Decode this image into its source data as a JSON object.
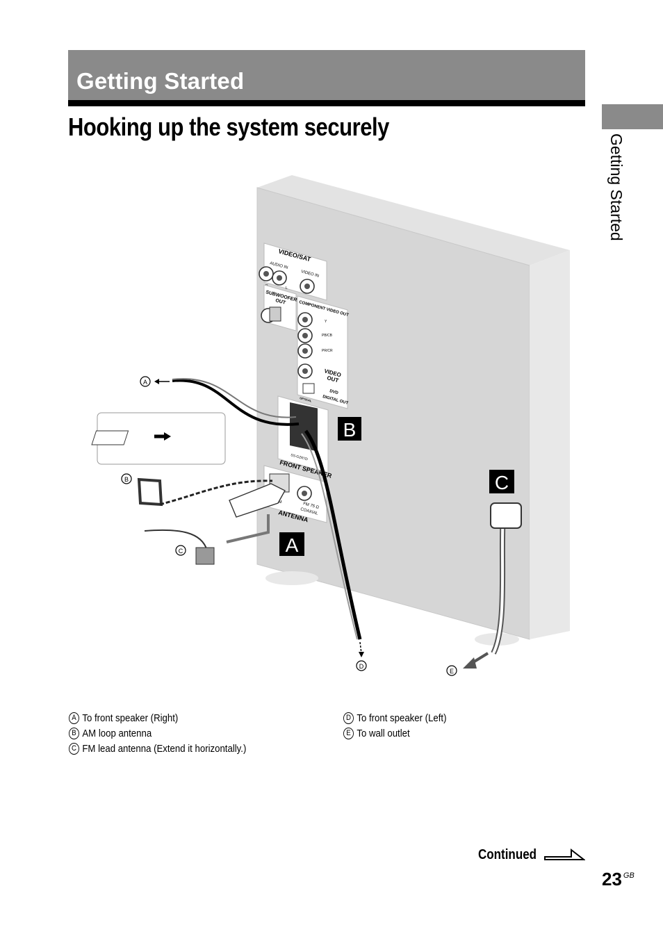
{
  "section": {
    "title": "Getting Started"
  },
  "page": {
    "title": "Hooking up the system securely",
    "number": "23",
    "suffix": "GB"
  },
  "side_tab": {
    "label": "Getting Started"
  },
  "diagram": {
    "panel_labels": {
      "video_sat": "VIDEO/SAT",
      "audio_in": "AUDIO IN",
      "video_in": "VIDEO IN",
      "r": "R",
      "l": "L",
      "subwoofer": "SUBWOOFER",
      "out": "OUT",
      "component_video_out": "COMPONENT VIDEO OUT",
      "y": "Y",
      "pb": "PB/CB",
      "pr": "PR/CR",
      "video": "VIDEO",
      "video_out": "OUT",
      "optical": "OPTICAL",
      "dvd": "DVD",
      "digital_out": "DIGITAL OUT",
      "front_speaker": "FRONT SPEAKER",
      "model": "SS-GZR7D",
      "fm": "FM 75 Ω",
      "coaxial": "COAXIAL",
      "antenna": "ANTENNA",
      "am": "AM"
    },
    "box_labels": {
      "a": "A",
      "b": "B",
      "c": "C"
    },
    "callouts": {
      "a": "A",
      "b": "B",
      "c": "C",
      "d": "D",
      "e": "E"
    }
  },
  "legend": {
    "left": [
      {
        "mark": "A",
        "text": "To front speaker (Right)"
      },
      {
        "mark": "B",
        "text": "AM loop antenna"
      },
      {
        "mark": "C",
        "text": "FM lead antenna (Extend it horizontally.)"
      }
    ],
    "right": [
      {
        "mark": "D",
        "text": "To front speaker (Left)"
      },
      {
        "mark": "E",
        "text": "To wall outlet"
      }
    ]
  },
  "footer": {
    "continued": "Continued"
  }
}
